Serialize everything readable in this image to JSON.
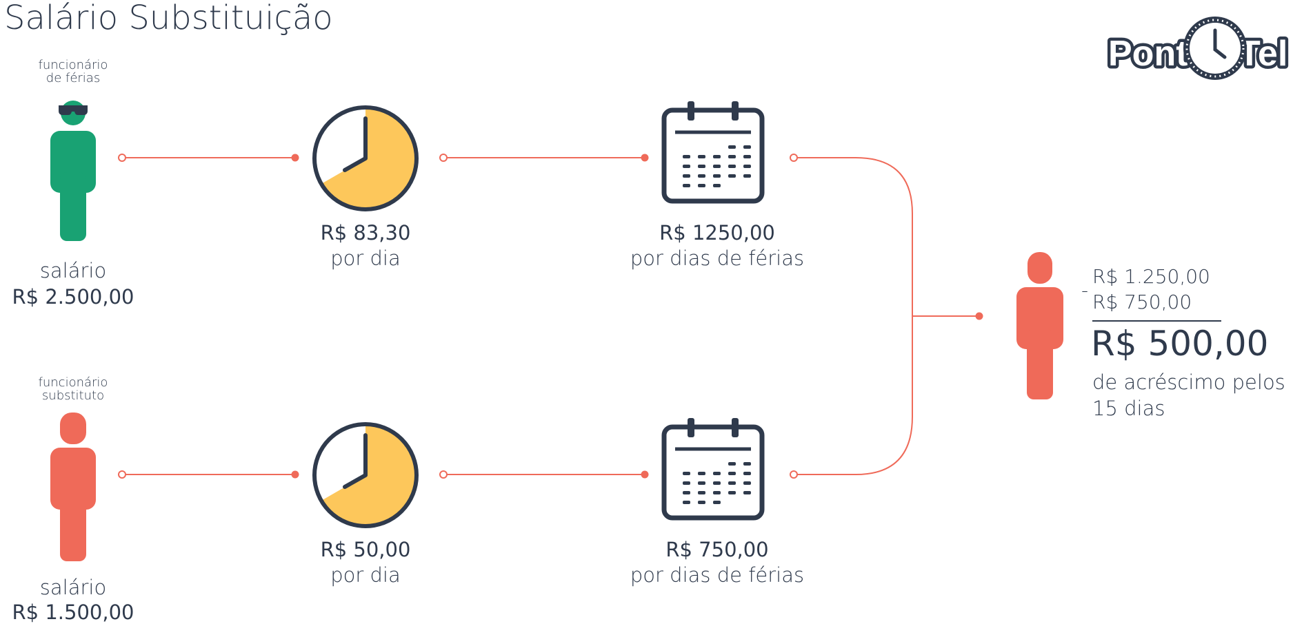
{
  "title": "Salário Substituição",
  "logo": {
    "text_left": "Ponto",
    "text_right": "Tel",
    "icon": "clock-icon"
  },
  "colors": {
    "text": "#2f3a4c",
    "green": "#19a273",
    "coral": "#ef6a59",
    "yellow": "#fdc75b",
    "line": "#ef6a59"
  },
  "vacation_employee": {
    "role": "funcionário de férias",
    "salary_label": "salário",
    "salary_value": "R$ 2.500,00",
    "daily_value": "R$ 83,30",
    "daily_label": "por dia",
    "vacation_value": "R$ 1250,00",
    "vacation_label": "por dias de férias"
  },
  "substitute_employee": {
    "role": "funcionário substituto",
    "salary_label": "salário",
    "salary_value": "R$ 1.500,00",
    "daily_value": "R$ 50,00",
    "daily_label": "por dia",
    "vacation_value": "R$ 750,00",
    "vacation_label": "por dias de férias"
  },
  "result": {
    "minuend": "R$ 1.250,00",
    "operator": "-",
    "subtrahend": "R$ 750,00",
    "total": "R$ 500,00",
    "description": "de acréscimo pelos 15 dias"
  }
}
